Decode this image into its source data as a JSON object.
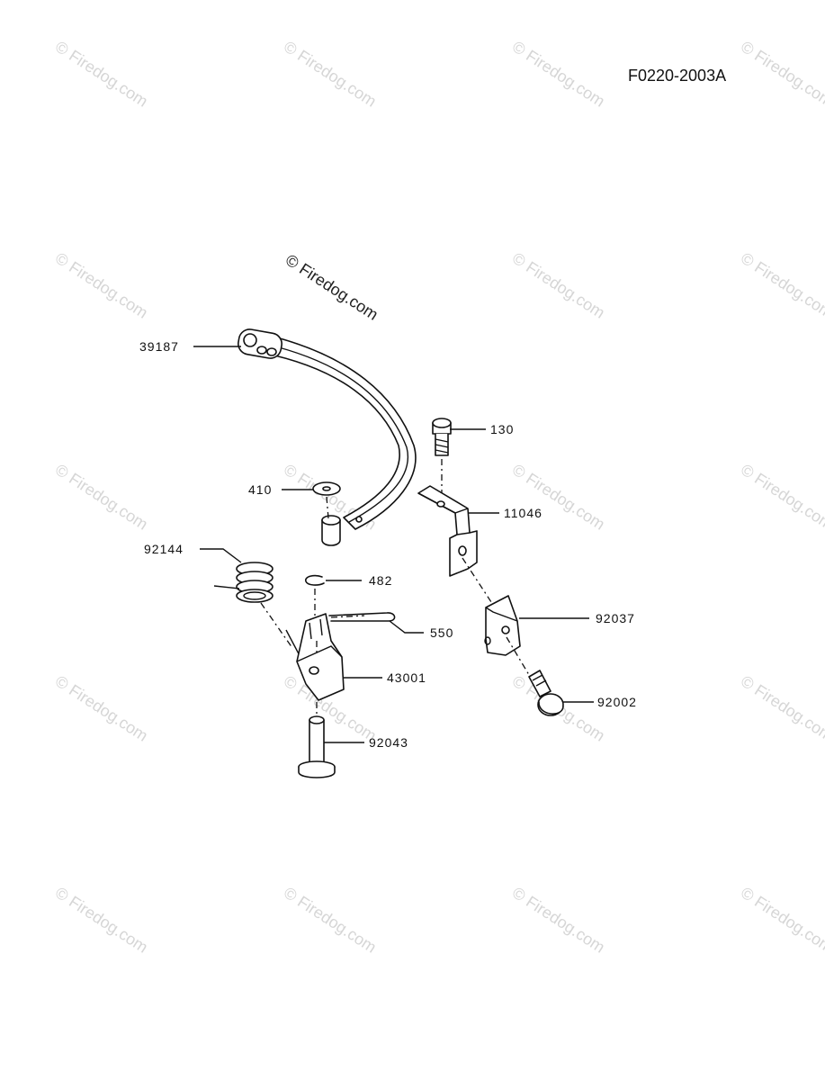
{
  "figure_code": "F0220-2003A",
  "watermark": "© Firedog.com",
  "parts": [
    {
      "number": "39187"
    },
    {
      "number": "130"
    },
    {
      "number": "410"
    },
    {
      "number": "11046"
    },
    {
      "number": "92144"
    },
    {
      "number": "482"
    },
    {
      "number": "550"
    },
    {
      "number": "92037"
    },
    {
      "number": "43001"
    },
    {
      "number": "92002"
    },
    {
      "number": "92043"
    }
  ]
}
